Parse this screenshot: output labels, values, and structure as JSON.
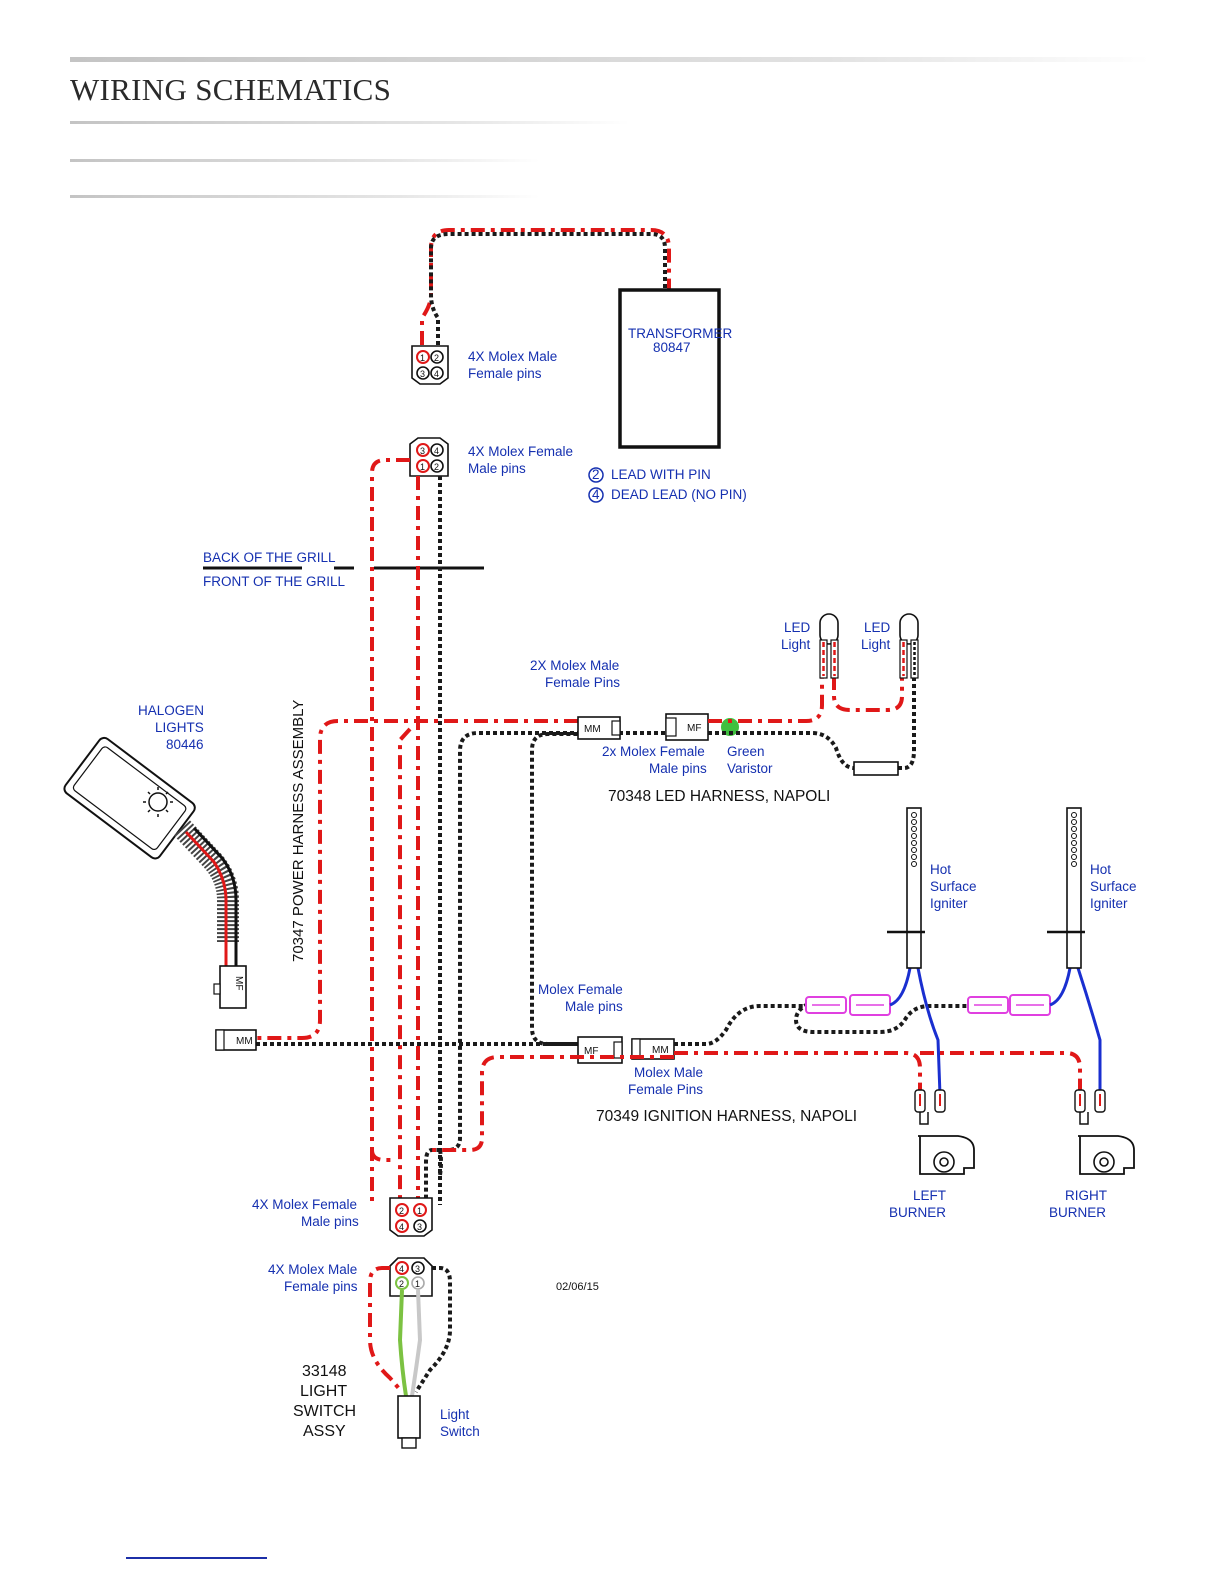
{
  "header": {
    "title": "WIRING SCHEMATICS"
  },
  "labels": {
    "transformer_name": "TRANSFORMER",
    "transformer_part": "80847",
    "molex_top_male_1": "4X Molex Male",
    "molex_top_male_2": "Female pins",
    "molex_top_female_1": "4X Molex Female",
    "molex_top_female_2": "Male pins",
    "legend_pin_num": "2",
    "legend_pin_text": "LEAD WITH PIN",
    "legend_dead_num": "4",
    "legend_dead_text": "DEAD LEAD (NO PIN)",
    "back_of_grill": "BACK OF THE GRILL",
    "front_of_grill": "FRONT OF THE GRILL",
    "led_light_1a": "LED",
    "led_light_1b": "Light",
    "led_light_2a": "LED",
    "led_light_2b": "Light",
    "molex_2x_male_1": "2X Molex Male",
    "molex_2x_male_2": "Female Pins",
    "molex_2x_female_1": "2x Molex Female",
    "molex_2x_female_2": "Male pins",
    "green_varistor_1": "Green",
    "green_varistor_2": "Varistor",
    "led_harness": "70348 LED HARNESS, NAPOLI",
    "halogen_1": "HALOGEN",
    "halogen_2": "LIGHTS",
    "halogen_3": "80446",
    "power_harness": "70347 POWER HARNESS ASSEMBLY",
    "igniter_left_1": "Hot",
    "igniter_left_2": "Surface",
    "igniter_left_3": "Igniter",
    "igniter_right_1": "Hot",
    "igniter_right_2": "Surface",
    "igniter_right_3": "Igniter",
    "molex_female_mid_1": "Molex Female",
    "molex_female_mid_2": "Male pins",
    "molex_male_mid_1": "Molex Male",
    "molex_male_mid_2": "Female Pins",
    "ignition_harness": "70349 IGNITION HARNESS, NAPOLI",
    "left_burner_1": "LEFT",
    "left_burner_2": "BURNER",
    "right_burner_1": "RIGHT",
    "right_burner_2": "BURNER",
    "molex_bot_female_1": "4X Molex Female",
    "molex_bot_female_2": "Male pins",
    "molex_bot_male_1": "4X Molex Male",
    "molex_bot_male_2": "Female pins",
    "date": "02/06/15",
    "switch_1": "33148",
    "switch_2": "LIGHT",
    "switch_3": "SWITCH",
    "switch_4": "ASSY",
    "light_switch_1": "Light",
    "light_switch_2": "Switch"
  },
  "connector_tags": {
    "mm_led": "MM",
    "mf_led": "MF",
    "mf_halogen": "MF",
    "mm_halogen": "MM",
    "mf_ign": "MF",
    "mm_ign": "MM"
  },
  "pin_numbers": {
    "top_male": [
      "1",
      "2",
      "3",
      "4"
    ],
    "top_female": [
      "3",
      "4",
      "1",
      "2"
    ],
    "bot_female": [
      "2",
      "1",
      "4",
      "3"
    ],
    "bot_male": [
      "4",
      "3",
      "2",
      "1"
    ]
  },
  "colors": {
    "red_wire": "#e01818",
    "black_wire": "#1a1a1a",
    "blue_wire": "#1a2fd0",
    "green_wire": "#7cc242",
    "magenta_terminal": "#e040e0",
    "label_blue": "#1530b0"
  }
}
